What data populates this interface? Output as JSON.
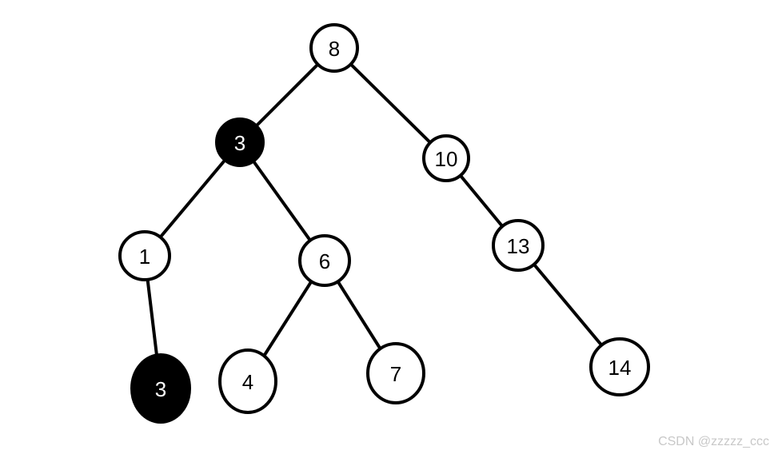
{
  "colors": {
    "line": "#000000",
    "normal_fill": "#ffffff",
    "normal_text": "#000000",
    "highlight_fill": "#000000",
    "highlight_text": "#ffffff",
    "watermark": "#c8c8c8"
  },
  "tree": {
    "nodes": [
      {
        "id": "n8",
        "label": "8",
        "highlighted": false
      },
      {
        "id": "n3",
        "label": "3",
        "highlighted": true
      },
      {
        "id": "n10",
        "label": "10",
        "highlighted": false
      },
      {
        "id": "n1",
        "label": "1",
        "highlighted": false
      },
      {
        "id": "n6",
        "label": "6",
        "highlighted": false
      },
      {
        "id": "n13",
        "label": "13",
        "highlighted": false
      },
      {
        "id": "n3b",
        "label": "3",
        "highlighted": true
      },
      {
        "id": "n4",
        "label": "4",
        "highlighted": false
      },
      {
        "id": "n7",
        "label": "7",
        "highlighted": false
      },
      {
        "id": "n14",
        "label": "14",
        "highlighted": false
      }
    ],
    "edges": [
      {
        "from": "n8",
        "to": "n3"
      },
      {
        "from": "n8",
        "to": "n10"
      },
      {
        "from": "n3",
        "to": "n1"
      },
      {
        "from": "n3",
        "to": "n6"
      },
      {
        "from": "n10",
        "to": "n13"
      },
      {
        "from": "n1",
        "to": "n3b"
      },
      {
        "from": "n6",
        "to": "n4"
      },
      {
        "from": "n6",
        "to": "n7"
      },
      {
        "from": "n13",
        "to": "n14"
      }
    ]
  },
  "watermark": "CSDN @zzzzz_ccc"
}
